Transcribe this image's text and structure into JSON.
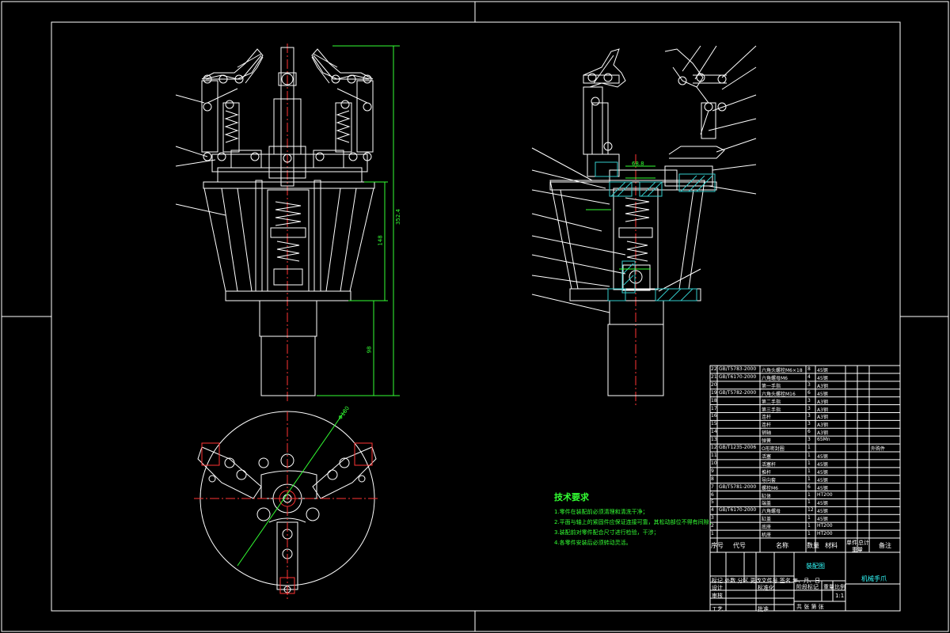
{
  "technical_requirements": {
    "title": "技术要求",
    "items": [
      "1.零件在装配前必须清理和清洗干净；",
      "2.平面与轴上的紧固件应保证连接可靠，其松动部位不得有间隙；",
      "3.装配前对零件配合尺寸进行检验，干涉；",
      "4.各零件安装后必须转动灵活。"
    ]
  },
  "parts_list": {
    "rows": [
      {
        "no": "22",
        "code": "GB/T5783-2000",
        "name": "六角头螺栓M6×18",
        "qty": "8",
        "mat": "45钢",
        "note": ""
      },
      {
        "no": "21",
        "code": "GB/T6170-2000",
        "name": "六角螺母M6",
        "qty": "4",
        "mat": "45钢",
        "note": ""
      },
      {
        "no": "20",
        "code": "",
        "name": "第一手指",
        "qty": "3",
        "mat": "A3钢",
        "note": ""
      },
      {
        "no": "19",
        "code": "GB/T5782-2000",
        "name": "六角头螺栓M16",
        "qty": "6",
        "mat": "45钢",
        "note": ""
      },
      {
        "no": "18",
        "code": "",
        "name": "第二手指",
        "qty": "3",
        "mat": "A3钢",
        "note": ""
      },
      {
        "no": "17",
        "code": "",
        "name": "第三手指",
        "qty": "3",
        "mat": "A3钢",
        "note": ""
      },
      {
        "no": "16",
        "code": "",
        "name": "连杆",
        "qty": "3",
        "mat": "A3钢",
        "note": ""
      },
      {
        "no": "15",
        "code": "",
        "name": "连杆",
        "qty": "3",
        "mat": "A3钢",
        "note": ""
      },
      {
        "no": "14",
        "code": "",
        "name": "销轴",
        "qty": "6",
        "mat": "A3钢",
        "note": ""
      },
      {
        "no": "13",
        "code": "",
        "name": "弹簧",
        "qty": "3",
        "mat": "65Mn",
        "note": ""
      },
      {
        "no": "12",
        "code": "GB/T1235-2006",
        "name": "O形密封圈",
        "qty": "1",
        "mat": "",
        "note": "外购件"
      },
      {
        "no": "11",
        "code": "",
        "name": "活塞",
        "qty": "1",
        "mat": "45钢",
        "note": ""
      },
      {
        "no": "10",
        "code": "",
        "name": "活塞杆",
        "qty": "1",
        "mat": "45钢",
        "note": ""
      },
      {
        "no": "9",
        "code": "",
        "name": "推杆",
        "qty": "1",
        "mat": "45钢",
        "note": ""
      },
      {
        "no": "8",
        "code": "",
        "name": "导向套",
        "qty": "1",
        "mat": "45钢",
        "note": ""
      },
      {
        "no": "7",
        "code": "GB/T5781-2000",
        "name": "螺栓M6",
        "qty": "6",
        "mat": "45钢",
        "note": ""
      },
      {
        "no": "6",
        "code": "",
        "name": "缸体",
        "qty": "1",
        "mat": "HT200",
        "note": ""
      },
      {
        "no": "5",
        "code": "",
        "name": "端盖",
        "qty": "1",
        "mat": "45钢",
        "note": ""
      },
      {
        "no": "4",
        "code": "GB/T6170-2000",
        "name": "六角螺母",
        "qty": "12",
        "mat": "45钢",
        "note": ""
      },
      {
        "no": "3",
        "code": "",
        "name": "缸盖",
        "qty": "1",
        "mat": "45钢",
        "note": ""
      },
      {
        "no": "2",
        "code": "",
        "name": "底座",
        "qty": "1",
        "mat": "HT200",
        "note": ""
      },
      {
        "no": "1",
        "code": "",
        "name": "机座",
        "qty": "1",
        "mat": "HT200",
        "note": ""
      }
    ],
    "header": {
      "no": "序号",
      "code": "代号",
      "name": "名称",
      "qty": "数量",
      "mat": "材料",
      "unit": "单件",
      "total": "总计",
      "weight": "重量",
      "note": "备注"
    }
  },
  "title_block": {
    "drawing_name": "装配图",
    "school": "机械手爪",
    "stage": "阶段标记",
    "weight": "重量",
    "scale": "比例",
    "scale_value": "1:1",
    "sheet": "共 张 第 张",
    "design": "设计",
    "check": "审核",
    "process": "工艺",
    "standard": "标准化",
    "approve": "批准",
    "mark_row": "标记 处数 分区 更改文件号 签名 年、月、日"
  },
  "dimensions": {
    "overall_height": "352.4",
    "body_height": "148",
    "base_height": "98",
    "top_width": "68.8",
    "circle_dia": "Φ180"
  },
  "colors": {
    "background": "#000000",
    "line": "#ffffff",
    "center": "#ff3333",
    "dim": "#33ff33",
    "section": "#33cccc",
    "text": "#33ff33"
  }
}
